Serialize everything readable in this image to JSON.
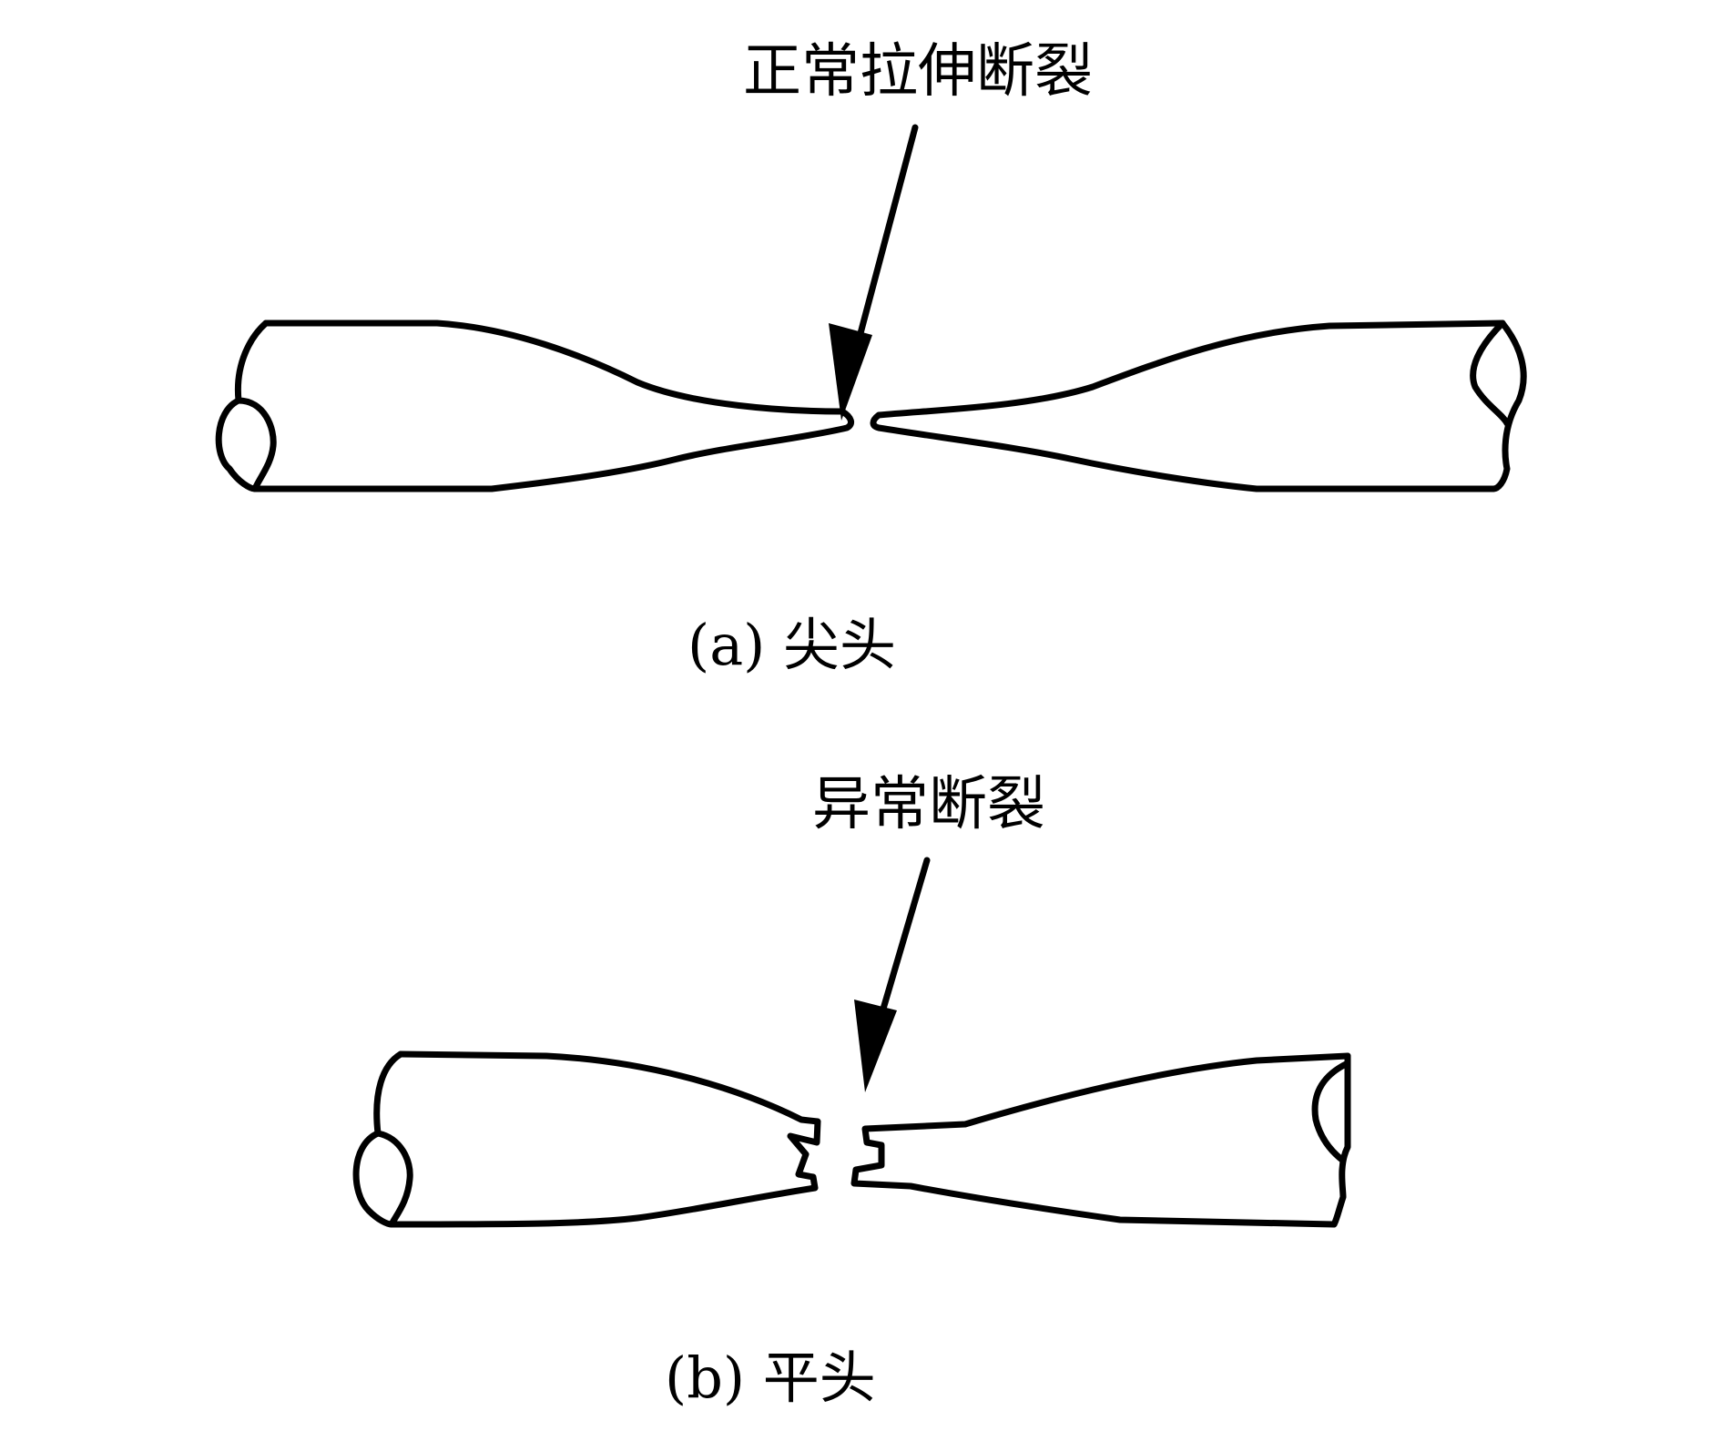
{
  "figure": {
    "a": {
      "annotation": "正常拉伸断裂",
      "caption": "(a)  尖头"
    },
    "b": {
      "annotation": "异常断裂",
      "caption": "(b)  平头"
    }
  }
}
